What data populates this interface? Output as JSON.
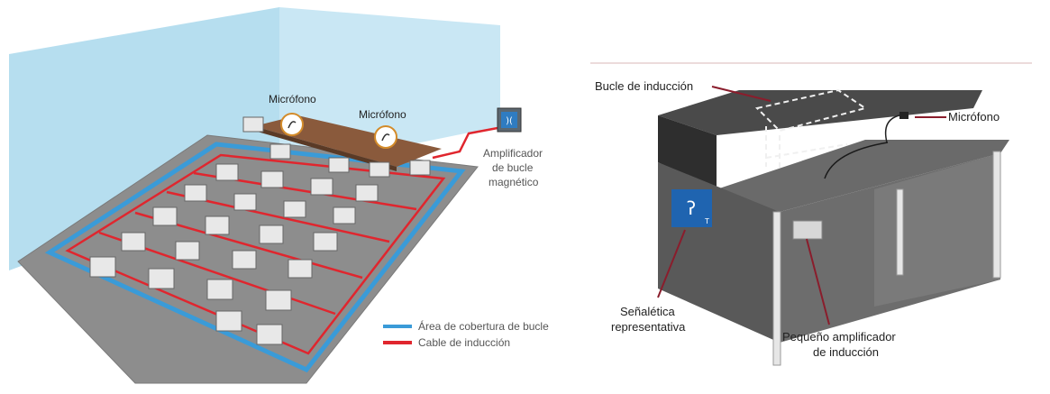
{
  "left": {
    "mic1": "Micrófono",
    "mic2": "Micrófono",
    "amp_line1": "Amplificador",
    "amp_line2": "de bucle",
    "amp_line3": "magnético",
    "legend": [
      {
        "label": "Área de cobertura de bucle",
        "color": "#3a9bd8"
      },
      {
        "label": "Cable de inducción",
        "color": "#e0262e"
      }
    ]
  },
  "right": {
    "loop": "Bucle de inducción",
    "mic": "Micrófono",
    "sign_line1": "Señalética",
    "sign_line2": "representativa",
    "amp_line1": "Pequeño amplificador",
    "amp_line2": "de inducción"
  },
  "colors": {
    "floor": "#8a8a8a",
    "wall": "#a9d8ec",
    "desk": "#5d5d5d",
    "loop_blue": "#3a9bd8",
    "cable_red": "#e0262e",
    "accent": "#8a1d2c"
  }
}
